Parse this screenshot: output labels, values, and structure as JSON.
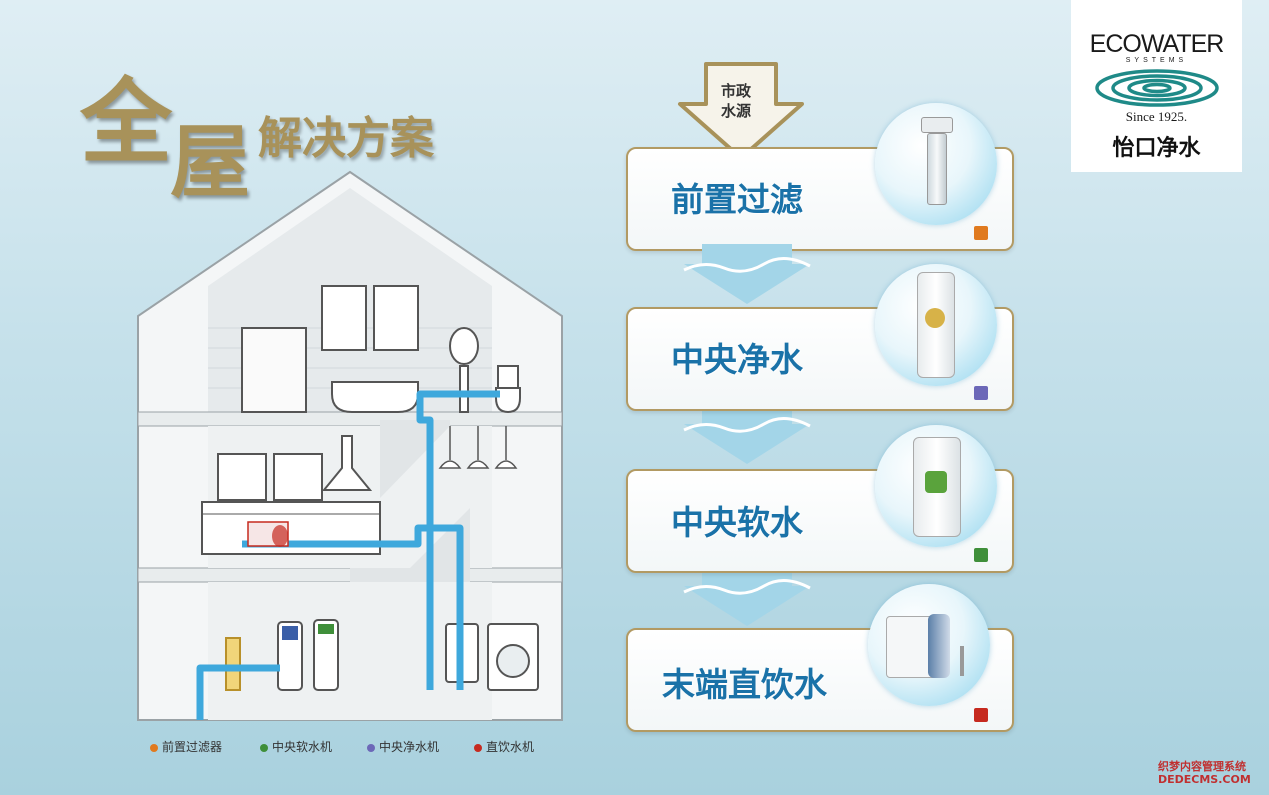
{
  "title": {
    "part1": "全",
    "part2": "屋",
    "part3": "解决方案"
  },
  "logo": {
    "brand": "ECOWATER",
    "brand_sub": "SYSTEMS",
    "since": "Since 1925.",
    "cn": "怡口净水"
  },
  "source_label_line1": "市政",
  "source_label_line2": "水源",
  "steps": [
    {
      "label": "前置过滤",
      "color": "#e07a1f"
    },
    {
      "label": "中央净水",
      "color": "#6c68b8"
    },
    {
      "label": "中央软水",
      "color": "#3f8f3a"
    },
    {
      "label": "末端直饮水",
      "color": "#c62a1f"
    }
  ],
  "legend": [
    {
      "label": "前置过滤器",
      "color": "#e07a1f"
    },
    {
      "label": "中央软水机",
      "color": "#3f8f3a"
    },
    {
      "label": "中央净水机",
      "color": "#6c68b8"
    },
    {
      "label": "直饮水机",
      "color": "#c62a1f"
    }
  ],
  "watermark": {
    "line1": "织梦内容管理系统",
    "line2": "DEDECMS.COM"
  },
  "colors": {
    "pipe": "#3ea8dc",
    "gold": "#b29a63",
    "step_text": "#1a72a8"
  }
}
